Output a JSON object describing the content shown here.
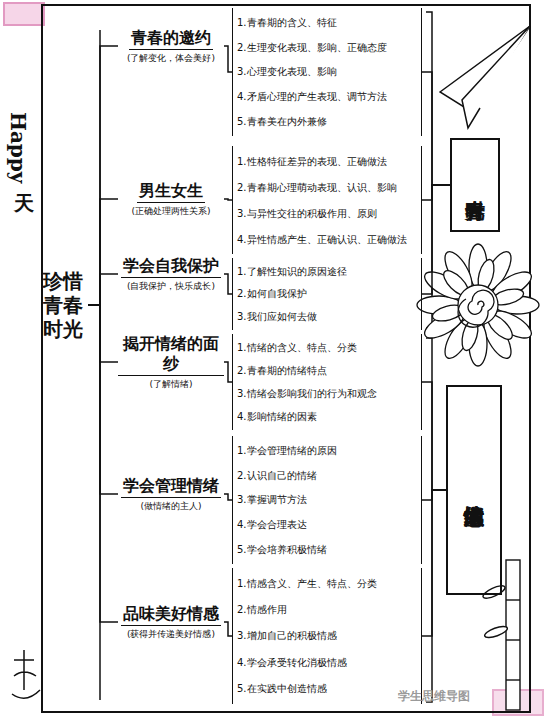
{
  "diagram": {
    "nodes": [
      {
        "text": [
          "珍惜青春时光"
        ]
      },
      {
        "text": [
          "青春的邀约",
          "(了解变化，体会美好)"
        ]
      },
      {
        "text": [
          "1.青春期的含义、特征",
          "2.生理变化表现、影响、正确态度",
          "3.心理变化表现、影响",
          "4.矛盾心理的产生表现、调节方法",
          "5.青春美在内外兼修"
        ]
      },
      {
        "text": [
          "男生女生",
          "(正确处理两性关系)"
        ]
      },
      {
        "text": [
          "1.性格特征差异的表现、正确做法",
          "2.青春期心理萌动表现、认识、影响",
          "3.与异性交往的积极作用、原则",
          "4.异性情感产生、正确认识、正确做法"
        ]
      },
      {
        "text": [
          "学会自我保护",
          "(自我保护，快乐成长)"
        ]
      },
      {
        "text": [
          "1.了解性知识的原因途径",
          "2.如何自我保护",
          "3.我们应如何去做"
        ]
      },
      {
        "text": [
          "揭开情绪的面纱",
          "(了解情绪)"
        ]
      },
      {
        "text": [
          "1.情绪的含义、特点、分类",
          "2.青春期的情绪特点",
          "3.情绪会影响我们的行为和观念",
          "4.影响情绪的因素"
        ]
      },
      {
        "text": [
          "学会管理情绪",
          "(做情绪的主人)"
        ]
      },
      {
        "text": [
          "1.学会管理情绪的原因",
          "2.认识自己的情绪",
          "3.掌握调节方法",
          "4.学会合理表达",
          "5.学会培养积极情绪"
        ]
      },
      {
        "text": [
          "品味美好情感",
          "(获得并传递美好情感)"
        ]
      },
      {
        "text": [
          "1.情感含义、产生、特点、分类",
          "2.情感作用",
          "3.增加自己的积极情感",
          "4.学会承受转化消极情感",
          "5.在实践中创造情感"
        ]
      },
      {
        "text": [
          "青春时光"
        ]
      },
      {
        "text": [
          "做情绪情感的主人"
        ]
      }
    ],
    "edges": [
      {
        "from": 0,
        "to": 1,
        "arrow": "none"
      },
      {
        "from": 0,
        "to": 3,
        "arrow": "none"
      },
      {
        "from": 0,
        "to": 5,
        "arrow": "none"
      },
      {
        "from": 0,
        "to": 7,
        "arrow": "none"
      },
      {
        "from": 0,
        "to": 9,
        "arrow": "none"
      },
      {
        "from": 0,
        "to": 11,
        "arrow": "none"
      },
      {
        "from": 1,
        "to": 2,
        "arrow": "none"
      },
      {
        "from": 3,
        "to": 4,
        "arrow": "none"
      },
      {
        "from": 5,
        "to": 6,
        "arrow": "none"
      },
      {
        "from": 7,
        "to": 8,
        "arrow": "none"
      },
      {
        "from": 9,
        "to": 10,
        "arrow": "none"
      },
      {
        "from": 11,
        "to": 12,
        "arrow": "none"
      },
      {
        "from": 2,
        "to": 13,
        "arrow": "none"
      },
      {
        "from": 4,
        "to": 13,
        "arrow": "none"
      },
      {
        "from": 6,
        "to": 13,
        "arrow": "none"
      },
      {
        "from": 8,
        "to": 14,
        "arrow": "none"
      },
      {
        "from": 10,
        "to": 14,
        "arrow": "none"
      },
      {
        "from": 12,
        "to": 14,
        "arrow": "none"
      }
    ],
    "labels": [
      "Happy",
      "天",
      "学生思维导图"
    ]
  }
}
